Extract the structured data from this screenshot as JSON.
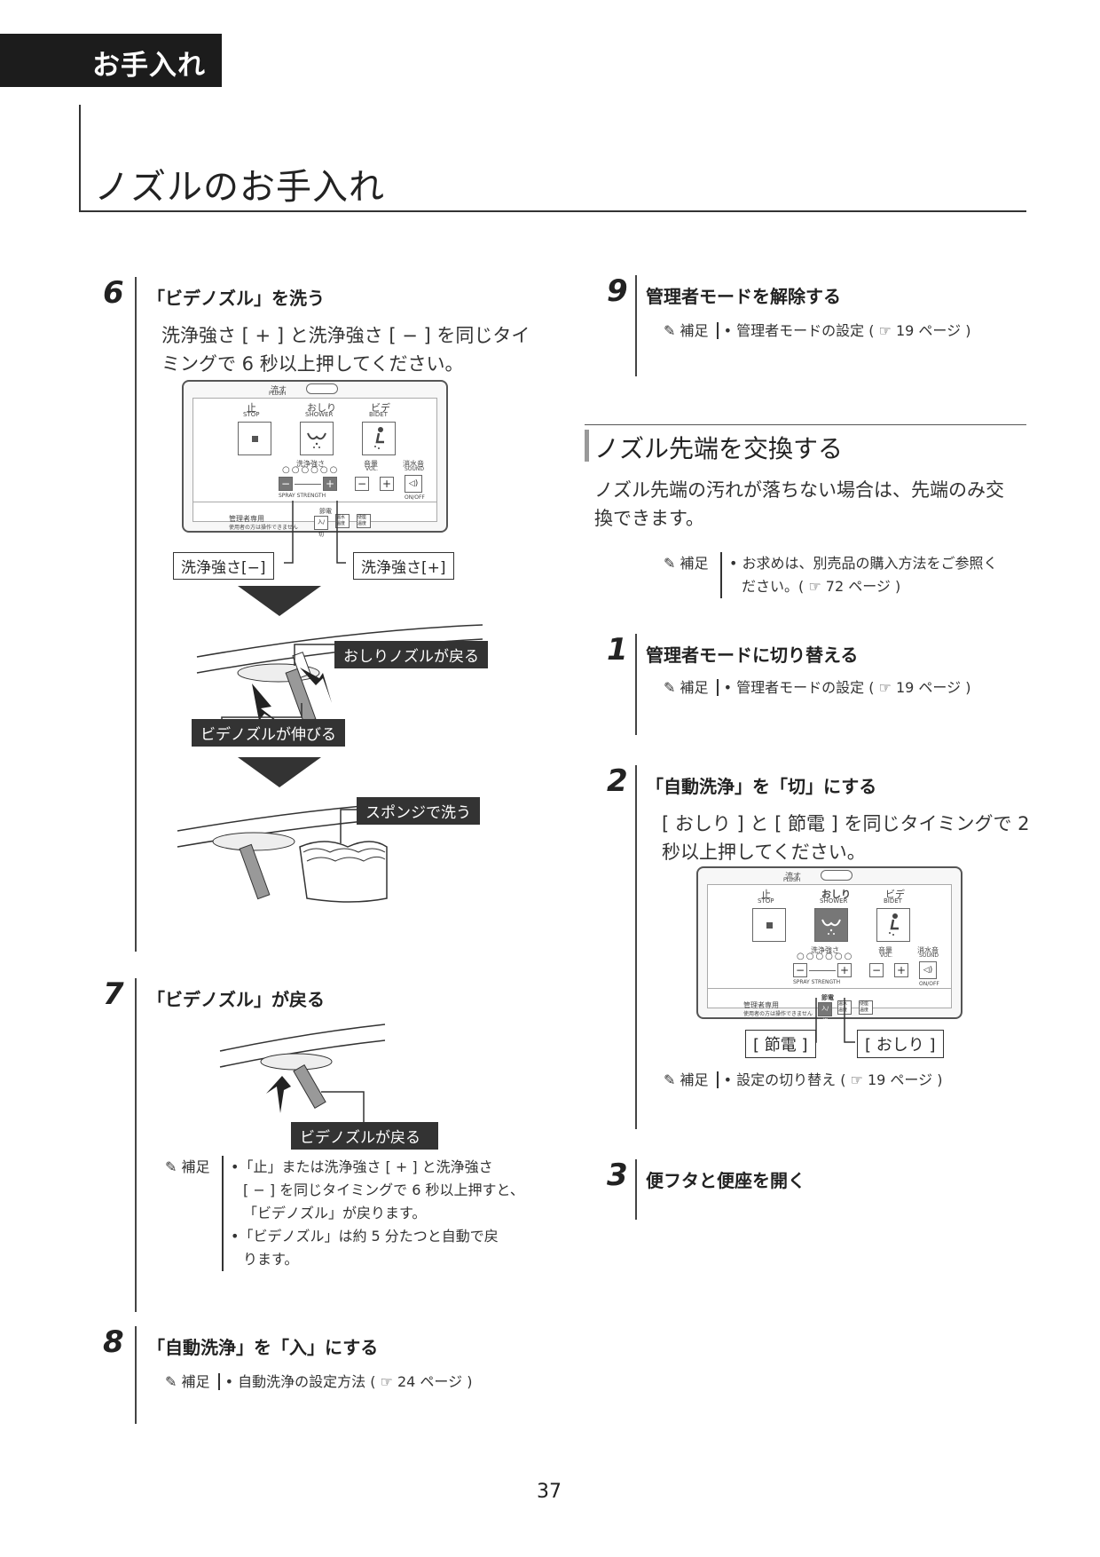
{
  "header": {
    "section_tab": "お手入れ",
    "page_title": "ノズルのお手入れ"
  },
  "step6": {
    "num": "6",
    "heading": "「ビデノズル」を洗う",
    "body": [
      "洗浄強さ [ + ] と洗浄強さ [ − ] を同じタイ",
      "ミングで 6 秒以上押してください。"
    ],
    "callout_minus": "洗浄強さ[−]",
    "callout_plus": "洗浄強さ[+]",
    "callout_oshiri_return": "おしりノズルが戻る",
    "callout_bidet_extend": "ビデノズルが伸びる",
    "callout_sponge": "スポンジで洗う"
  },
  "panel1": {
    "flush_top": "流す",
    "flush_sub": "FLUSH",
    "stop": "止",
    "stop_en": "STOP",
    "shower": "おしり",
    "shower_en": "SHOWER",
    "bidet": "ビデ",
    "bidet_en": "BIDET",
    "strength": "洗浄強さ",
    "spray_strength": "SPRAY STRENGTH",
    "volume": "音量",
    "volume_en": "VOL.",
    "sound": "消水音",
    "sound_en": "SOUND",
    "onoff": "ON/OFF",
    "minus": "−",
    "plus": "+",
    "admin": "管理者専用",
    "admin_sub": "使用者の方は操作できません",
    "power_save": "節電",
    "btn_auto": "入/切",
    "btn_seat": "温水温度",
    "btn_temp": "便座温度"
  },
  "step7": {
    "num": "7",
    "heading": "「ビデノズル」が戻る",
    "callout_bidet_return": "ビデノズルが戻る",
    "note_label": "補足",
    "note_lines": [
      "•「止」または洗浄強さ [ + ] と洗浄強さ",
      "[ − ] を同じタイミングで 6 秒以上押すと、",
      "「ビデノズル」が戻ります。",
      "•「ビデノズル」は約 5 分たつと自動で戻",
      "ります。"
    ]
  },
  "step8": {
    "num": "8",
    "heading": "「自動洗浄」を「入」にする",
    "note_label": "補足",
    "note": "• 自動洗浄の設定方法 ( ☞ 24 ページ )"
  },
  "step9": {
    "num": "9",
    "heading": "管理者モードを解除する",
    "note_label": "補足",
    "note": "• 管理者モードの設定 ( ☞ 19 ページ )"
  },
  "replace": {
    "heading": "ノズル先端を交換する",
    "body": [
      "ノズル先端の汚れが落ちない場合は、先端のみ交",
      "換できます。"
    ],
    "note_label": "補足",
    "note_lines": [
      "• お求めは、別売品の購入方法をご参照く",
      "ださい。( ☞ 72 ページ )"
    ]
  },
  "step_r1": {
    "num": "1",
    "heading": "管理者モードに切り替える",
    "note_label": "補足",
    "note": "• 管理者モードの設定 ( ☞ 19 ページ )"
  },
  "step_r2": {
    "num": "2",
    "heading": "「自動洗浄」を「切」にする",
    "body": [
      "[ おしり ] と [ 節電 ] を同じタイミングで 2",
      "秒以上押してください。"
    ],
    "callout_setsuden": "[ 節電 ]",
    "callout_oshiri": "[ おしり ]",
    "note_label": "補足",
    "note": "• 設定の切り替え ( ☞ 19 ページ )"
  },
  "step_r3": {
    "num": "3",
    "heading": "便フタと便座を開く"
  },
  "footer": {
    "page_number": "37"
  }
}
